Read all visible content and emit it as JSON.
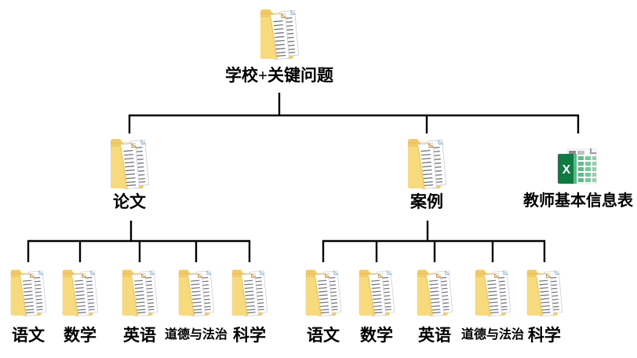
{
  "diagram": {
    "title": "folder tree of school key-question materials",
    "root": {
      "label": "学校+关键问题",
      "icon": "folder-documents-icon"
    },
    "branches": [
      {
        "label": "论文",
        "icon": "folder-documents-icon",
        "children": [
          "语文",
          "数学",
          "英语",
          "道德与法治",
          "科学"
        ]
      },
      {
        "label": "案例",
        "icon": "folder-documents-icon",
        "children": [
          "语文",
          "数学",
          "英语",
          "道德与法治",
          "科学"
        ]
      },
      {
        "label": "教师基本信息表",
        "icon": "excel-file-icon",
        "children": []
      }
    ]
  },
  "icons": {
    "excel_letter": "X"
  },
  "colors": {
    "connector_line": "#000000",
    "folder_back": "#F2CB69",
    "folder_front": "#F8DA7E",
    "pamphlet_blue": "#2F5394",
    "excel_cover_green": "#0E7C42",
    "excel_cell_green": "#6EC092",
    "label_text": "#000000"
  }
}
